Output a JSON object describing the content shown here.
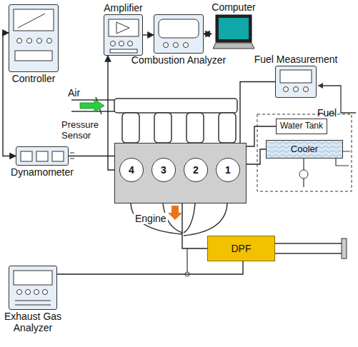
{
  "diagram": {
    "nodes": [
      {
        "text": [
          "Controller"
        ]
      },
      {
        "text": [
          "Amplifier"
        ]
      },
      {
        "text": [
          "Combustion Analyzer"
        ]
      },
      {
        "text": [
          "Computer"
        ]
      },
      {
        "text": [
          "Fuel Measurement"
        ]
      },
      {
        "text": [
          "Dynamometer"
        ]
      },
      {
        "text": [
          "Engine"
        ]
      },
      {
        "text": [
          "4"
        ],
        "in": 6
      },
      {
        "text": [
          "3"
        ],
        "in": 6
      },
      {
        "text": [
          "2"
        ],
        "in": 6
      },
      {
        "text": [
          "1"
        ],
        "in": 6
      },
      {
        "text": [
          "Water Tank"
        ]
      },
      {
        "text": [
          "Cooler"
        ]
      },
      {
        "text": [
          "DPF"
        ]
      },
      {
        "text": [
          "Exhaust Gas Analyzer"
        ]
      }
    ],
    "edges": [
      {
        "from": 0,
        "to": 5,
        "arrow": "both"
      },
      {
        "from": 7,
        "to": 1,
        "arrow": "to"
      },
      {
        "from": 1,
        "to": 2,
        "arrow": "to"
      },
      {
        "from": 2,
        "to": 3,
        "arrow": "both"
      },
      {
        "from": 4,
        "to": 6,
        "arrow": "none"
      },
      {
        "from": 5,
        "to": 6,
        "arrow": "none"
      },
      {
        "from": 6,
        "to": 11,
        "arrow": "none"
      },
      {
        "from": 6,
        "to": 12,
        "arrow": "none"
      },
      {
        "from": 6,
        "to": 13,
        "arrow": "none"
      },
      {
        "from": 14,
        "to": 13,
        "arrow": "none"
      }
    ],
    "labels": [
      "Air",
      "Pressure Sensor",
      "Fuel"
    ]
  }
}
